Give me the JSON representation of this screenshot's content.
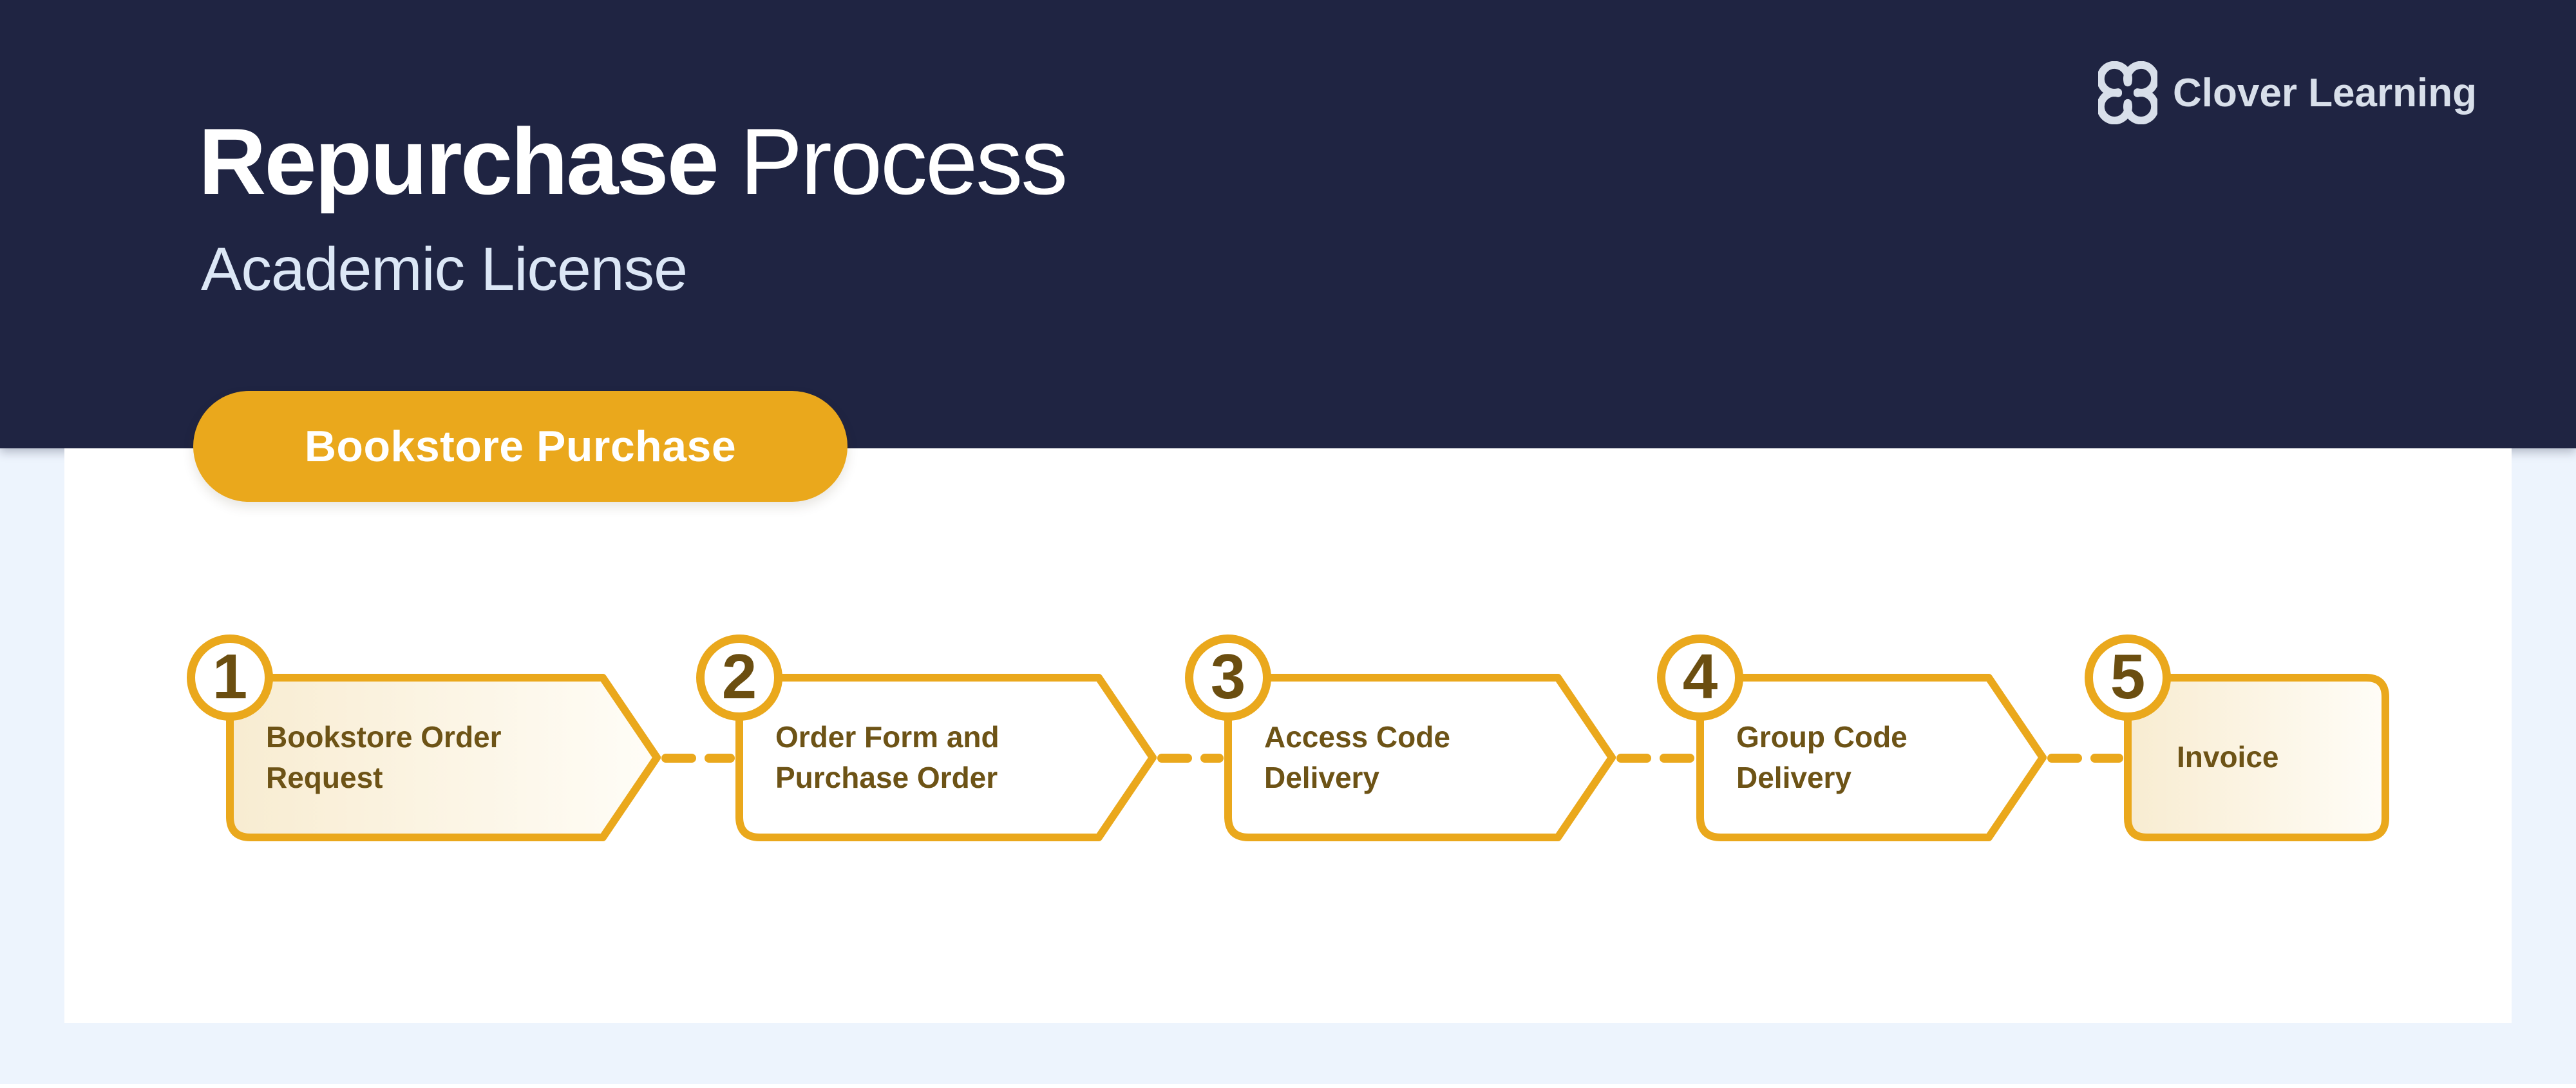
{
  "page": {
    "background_color": "#EDF4FD",
    "panel_color": "#FFFFFF"
  },
  "header": {
    "bg_color": "#1F2442",
    "title_bold": "Repurchase",
    "title_light": "Process",
    "title_color": "#FFFFFF",
    "subtitle": "Academic License",
    "subtitle_color": "#DCE7F6",
    "brand_name": "Clover Learning",
    "brand_color": "#D8DFEA",
    "logo_icon": "clover-icon"
  },
  "tag": {
    "label": "Bookstore Purchase",
    "bg_color": "#EAA81C",
    "text_color": "#FFFFFF"
  },
  "flow": {
    "gold": "#EAA81C",
    "label_color": "#6D5316",
    "number_color": "#6B4E10",
    "highlight_fill": "#F8ECD1",
    "connector_style": "dashed",
    "steps": [
      {
        "number": "1",
        "label": "Bookstore Order Request",
        "highlighted": true
      },
      {
        "number": "2",
        "label": "Order Form and Purchase Order",
        "highlighted": false
      },
      {
        "number": "3",
        "label": "Access Code Delivery",
        "highlighted": false
      },
      {
        "number": "4",
        "label": "Group Code Delivery",
        "highlighted": false
      },
      {
        "number": "5",
        "label": "Invoice",
        "highlighted": true
      }
    ]
  }
}
